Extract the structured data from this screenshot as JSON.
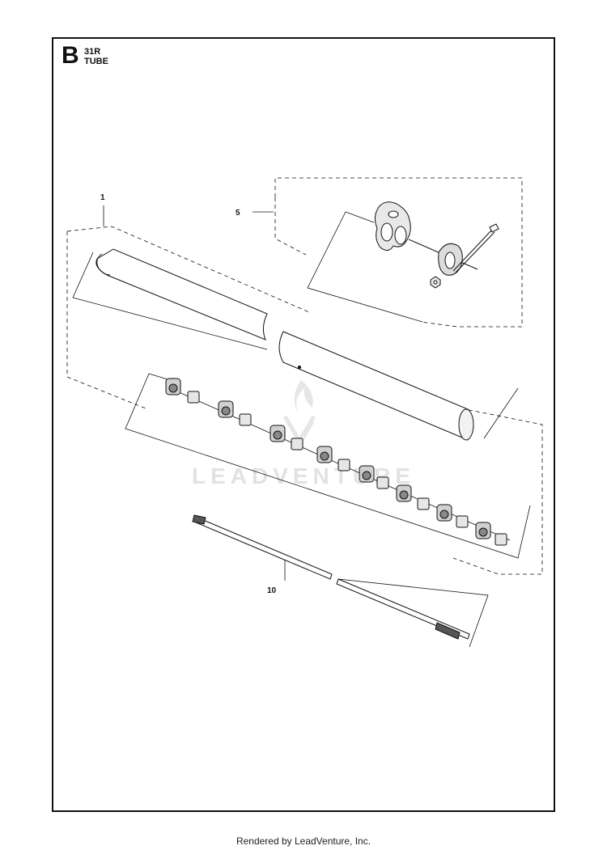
{
  "header": {
    "section_letter": "B",
    "model": "31R",
    "title": "TUBE"
  },
  "callouts": [
    {
      "id": "1",
      "label": "1"
    },
    {
      "id": "5",
      "label": "5"
    },
    {
      "id": "10",
      "label": "10"
    }
  ],
  "watermark": "LEADVENTURE",
  "footer": "Rendered by LeadVenture, Inc.",
  "colors": {
    "line": "#111111",
    "watermark": "#e2e2e2",
    "part_fill": "#d8d8d8"
  }
}
